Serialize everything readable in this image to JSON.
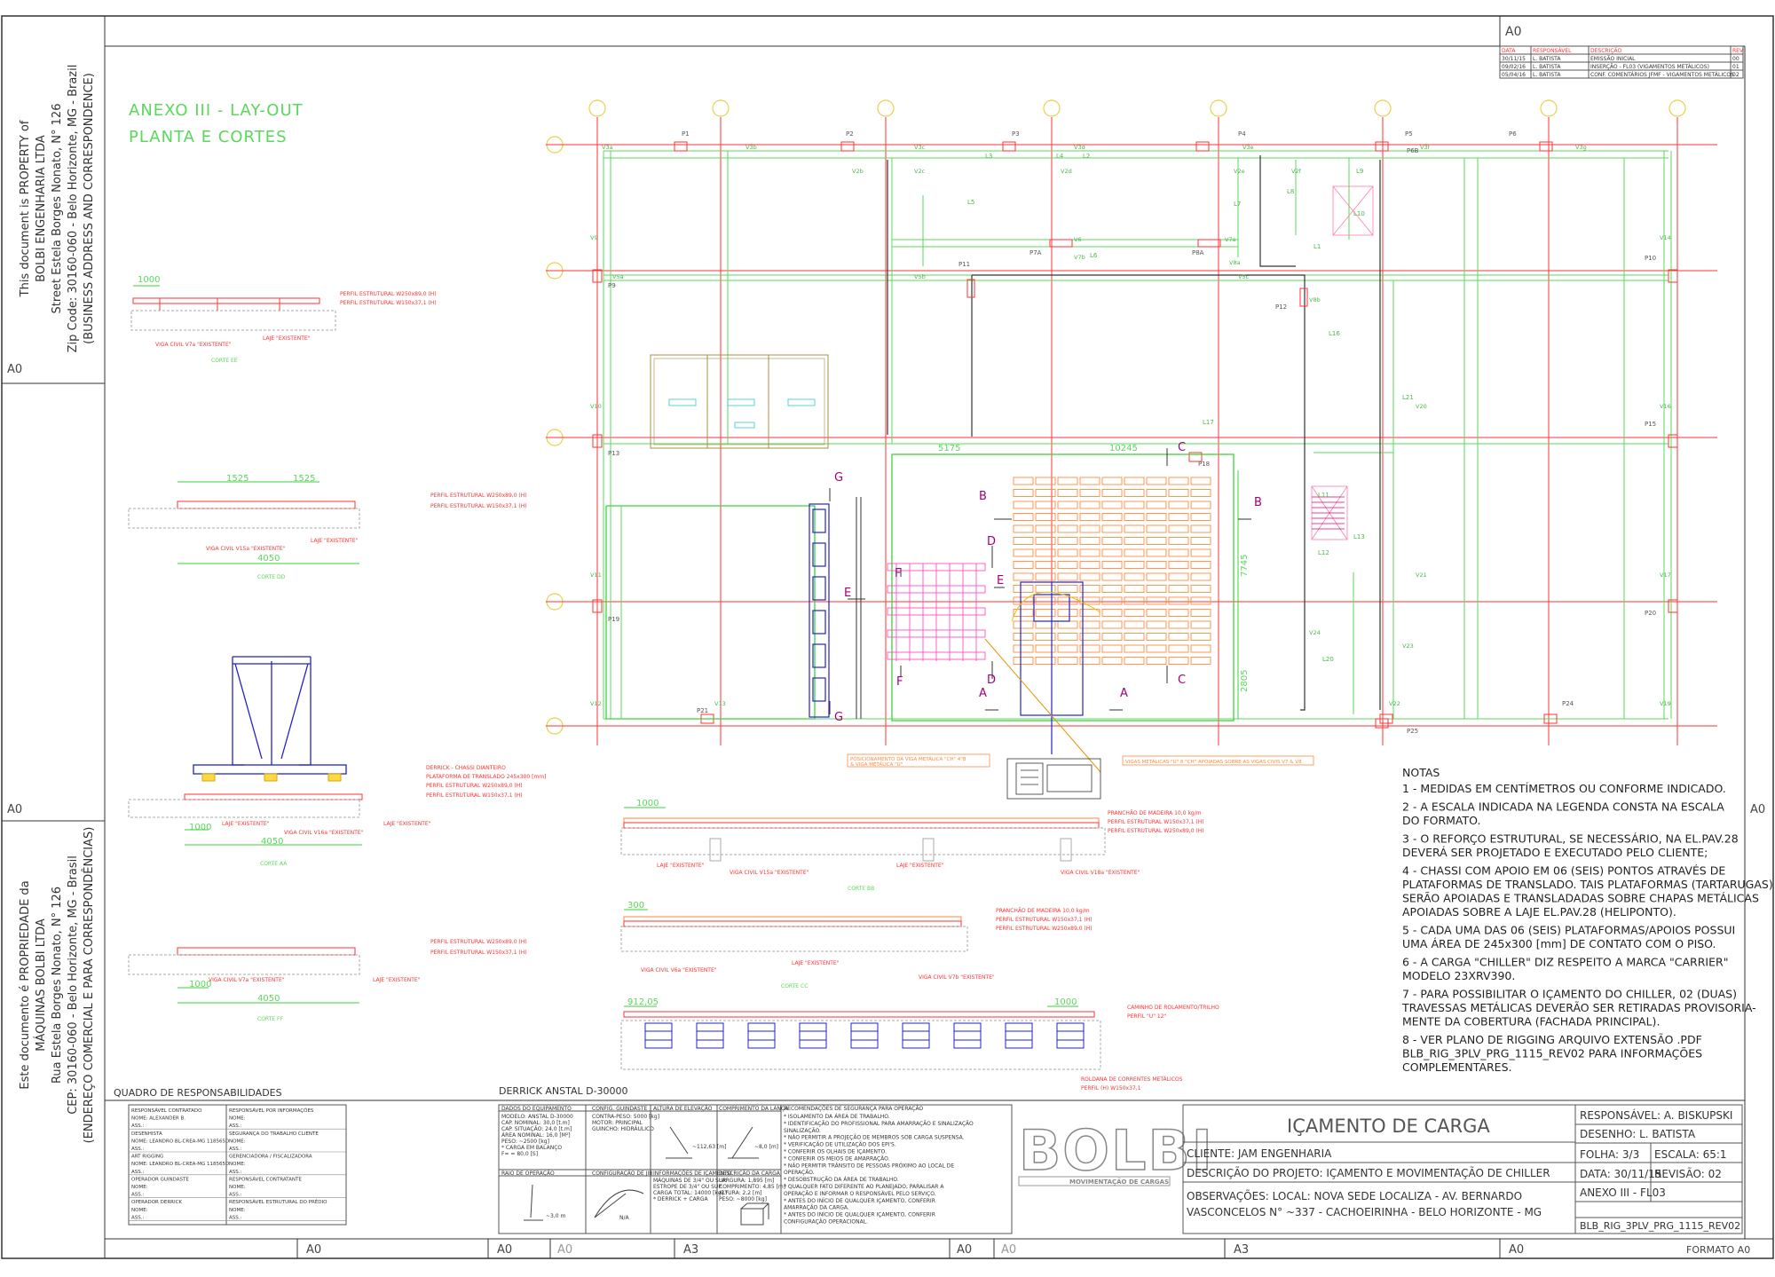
{
  "sheet": {
    "format_top": "A0",
    "format_label": "FORMATO A0",
    "zones": [
      "A0",
      "A0",
      "A0",
      "A3",
      "A0",
      "A0",
      "A3",
      "A0",
      "A0"
    ],
    "side_zones": [
      "A0",
      "A0",
      "A0"
    ]
  },
  "revision_table": {
    "headers": [
      "DATA",
      "RESPONSÁVEL",
      "DESCRIÇÃO",
      "REV."
    ],
    "rows": [
      [
        "30/11/15",
        "L. BATISTA",
        "EMISSÃO INICIAL",
        "00"
      ],
      [
        "09/02/16",
        "L. BATISTA",
        "INSERÇÃO - FL03 (VIGAMENTOS METÁLICOS)",
        "01"
      ],
      [
        "05/04/16",
        "L. BATISTA",
        "CONF. COMENTÁRIOS JFMF - VIGAMENTOS METÁLICOS",
        "02"
      ]
    ]
  },
  "property_en": [
    "This document is PROPERTY of",
    "BOLBI ENGENHARIA LTDA",
    "Street Estela Borges Nonato, N° 126",
    "Zip Code: 30160-060 - Belo Horizonte, MG - Brazil",
    "(BUSINESS ADDRESS AND CORRESPONDENCE)"
  ],
  "property_pt": [
    "Este documento é PROPRIEDADE da",
    "MÁQUINAS BOLBI LTDA",
    "Rua Estela Borges Nonato, N° 126",
    "CEP: 30160-060 - Belo Horizonte, MG - Brasil",
    "(ENDEREÇO COMERCIAL E PARA CORRESPONDÊNCIAS)"
  ],
  "title": {
    "line1": "ANEXO III - LAY-OUT",
    "line2": "PLANTA E CORTES"
  },
  "plan": {
    "pillars": [
      "P1",
      "P2",
      "P3",
      "P4",
      "P5",
      "P6",
      "P7A",
      "P8A",
      "P9",
      "P10",
      "P11",
      "P12",
      "P13",
      "P15",
      "P18",
      "P19",
      "P20",
      "P21",
      "P24",
      "P25",
      "P6B"
    ],
    "beams": [
      "V3a",
      "V3b",
      "V3c",
      "V3d",
      "V3e",
      "V3f",
      "V3g",
      "V2b",
      "V2c",
      "V2d",
      "V2e",
      "V2f",
      "V5a",
      "V5b",
      "V5c",
      "V6",
      "V7a",
      "V7b",
      "V8a",
      "V8b",
      "V9",
      "V10",
      "V11",
      "V12",
      "V13",
      "V14",
      "V16",
      "V17",
      "V19",
      "V20",
      "V21",
      "V22",
      "V23",
      "V24"
    ],
    "slabs": [
      "L1",
      "L2",
      "L3",
      "L4",
      "L5",
      "L6",
      "L7",
      "L8",
      "L9",
      "L10",
      "L11",
      "L12",
      "L13",
      "L16",
      "L17",
      "L20",
      "L21"
    ],
    "dimensions": [
      "5175",
      "10245",
      "7745",
      "2805"
    ],
    "section_marks": [
      "A",
      "A",
      "B",
      "B",
      "C",
      "C",
      "D",
      "D",
      "E",
      "E",
      "F",
      "F",
      "G",
      "G"
    ],
    "callout1": "POSICIONAMENTO DA VIGA METÁLICA \"CH\" 4\"B",
    "callout1b": "& VIGA METÁLICA \"U\"",
    "callout2": "VIGAS METÁLICAS \"U\" 8 \"CH\" APOIADAS SOBRE AS VIGAS CIVIS V7 & V8"
  },
  "sections": {
    "s1": {
      "dim": "1000",
      "label1": "PERFIL ESTRUTURAL W250x89,0 (H)",
      "label2": "PERFIL ESTRUTURAL W150x37,1 (H)",
      "label3": "VIGA CIVIL V7a \"EXISTENTE\"",
      "label4": "LAJE \"EXISTENTE\"",
      "title": "CORTE EE"
    },
    "s2": {
      "dim1": "1525",
      "dim2": "1525",
      "dim3": "4050",
      "label1": "PERFIL ESTRUTURAL W250x89,0 (H)",
      "label2": "PERFIL ESTRUTURAL W150x37,1 (H)",
      "label3": "VIGA CIVIL V15a \"EXISTENTE\"",
      "label4": "LAJE \"EXISTENTE\"",
      "title": "CORTE DD"
    },
    "s3": {
      "dim1": "1000",
      "dim2": "4050",
      "label1": "DERRICK - CHASSI DIANTEIRO",
      "label2": "PLATAFORMA DE TRANSLADO 245x300 [mm]",
      "label3": "PERFIL ESTRUTURAL W250x89,0 (H)",
      "label4": "PERFIL ESTRUTURAL W150x37,1 (H)",
      "label5": "LAJE \"EXISTENTE\"",
      "label6": "VIGA CIVIL V16a \"EXISTENTE\"",
      "label7": "LAJE \"EXISTENTE\"",
      "title": "CORTE AA"
    },
    "s4": {
      "dim1": "1000",
      "dim2": "4050",
      "label1": "PERFIL ESTRUTURAL W250x89,0 (H)",
      "label2": "PERFIL ESTRUTURAL W150x37,1 (H)",
      "label3": "VIGA CIVIL V7a \"EXISTENTE\"",
      "label4": "LAJE \"EXISTENTE\"",
      "title": "CORTE FF"
    },
    "s5": {
      "dim": "1000",
      "label1": "PRANCHÃO DE MADEIRA 10,0 kg/m",
      "label2": "PERFIL ESTRUTURAL W150x37,1 (H)",
      "label3": "PERFIL ESTRUTURAL W250x89,0 (H)",
      "label4": "LAJE \"EXISTENTE\"",
      "label5": "VIGA CIVIL V15a \"EXISTENTE\"",
      "label6": "LAJE \"EXISTENTE\"",
      "label7": "VIGA CIVIL V18a \"EXISTENTE\"",
      "title": "CORTE BB"
    },
    "s6": {
      "dim": "300",
      "label1": "PRANCHÃO DE MADEIRA 10,0 kg/m",
      "label2": "PERFIL ESTRUTURAL W150x37,1 (H)",
      "label3": "PERFIL ESTRUTURAL W250x89,0 (H)",
      "label4": "VIGA CIVIL V6a \"EXISTENTE\"",
      "label5": "LAJE \"EXISTENTE\"",
      "label6": "VIGA CIVIL V7b \"EXISTENTE\"",
      "title": "CORTE CC"
    },
    "s7": {
      "dim1": "1000",
      "dim2": "912,05",
      "label1": "CAMINHO DE ROLAMENTO/TRILHO",
      "label2": "PERFIL \"U\" 12\"",
      "label3": "ROLDANA DE CORRENTES METÁLICOS",
      "label4": "PERFIL (H) W150x37,1",
      "title": "CORTE GG"
    }
  },
  "notes": {
    "heading": "NOTAS",
    "items": [
      [
        "1 - MEDIDAS EM CENTÍMETROS OU CONFORME INDICADO."
      ],
      [
        "2 - A ESCALA INDICADA NA LEGENDA CONSTA NA ESCALA",
        "DO FORMATO."
      ],
      [
        "3 - O REFORÇO ESTRUTURAL, SE NECESSÁRIO, NA EL.PAV.28",
        "DEVERÁ SER PROJETADO E EXECUTADO PELO CLIENTE;"
      ],
      [
        "4 - CHASSI COM APOIO EM 06 (SEIS) PONTOS ATRAVÉS DE",
        "PLATAFORMAS DE TRANSLADO. TAIS PLATAFORMAS (TARTARUGAS)",
        "SERÃO APOIADAS E TRANSLADADAS SOBRE CHAPAS METÁLICAS",
        "APOIADAS SOBRE A LAJE EL.PAV.28 (HELIPONTO)."
      ],
      [
        "5 - CADA UMA DAS 06 (SEIS) PLATAFORMAS/APOIOS POSSUI",
        "UMA ÁREA DE 245x300 [mm] DE CONTATO COM O PISO."
      ],
      [
        "6 - A CARGA \"CHILLER\" DIZ RESPEITO A MARCA \"CARRIER\"",
        "MODELO 23XRV390."
      ],
      [
        "7 - PARA POSSIBILITAR O IÇAMENTO DO CHILLER, 02 (DUAS)",
        "TRAVESSAS METÁLICAS DEVERÃO SER RETIRADAS PROVISORIA-",
        "MENTE DA COBERTURA (FACHADA PRINCIPAL)."
      ],
      [
        "8 - VER PLANO DE RIGGING ARQUIVO EXTENSÃO .PDF",
        "BLB_RIG_3PLV_PRG_1115_REV02 PARA INFORMAÇÕES",
        "COMPLEMENTARES."
      ]
    ]
  },
  "responsibilities": {
    "title": "QUADRO DE RESPONSABILIDADES",
    "rows": [
      [
        "RESPONSÁVEL CONTRATADO",
        "RESPONSÁVEL POR INFORMAÇÕES"
      ],
      [
        "NOME: ALEXANDER B.",
        "NOME:"
      ],
      [
        "ASS.:",
        "ASS.:"
      ],
      [
        "DESENHISTA",
        "SEGURANÇA DO TRABALHO CLIENTE"
      ],
      [
        "NOME: LEANDRO BL-CREA-MG 118565D",
        "NOME:"
      ],
      [
        "ASS.:",
        "ASS.:"
      ],
      [
        "ART RIGGING",
        "GERENCIADORA / FISCALIZADORA"
      ],
      [
        "NOME: LEANDRO BL-CREA-MG 118565D",
        "NOME:"
      ],
      [
        "ASS.:",
        "ASS.:"
      ],
      [
        "OPERADOR GUINDASTE",
        "RESPONSÁVEL CONTRATANTE"
      ],
      [
        "NOME:",
        "NOME:"
      ],
      [
        "ASS.:",
        "ASS.:"
      ],
      [
        "OPERADOR DERRICK",
        "RESPONSÁVEL ESTRUTURAL DO PRÉDIO"
      ],
      [
        "NOME:",
        "NOME:"
      ],
      [
        "ASS.:",
        "ASS.:"
      ]
    ]
  },
  "derrick": {
    "title": "DERRICK ANSTAL D-30000",
    "col1_head": "DADOS DO EQUIPAMENTO",
    "col1_lines": [
      "MODELO: ANSTAL D-30000",
      "CAP. NOMINAL: 30,0 [t.m]",
      "CAP. SITUAÇÃO: 24,0 [t.m]",
      "ÁREA NOMINAL: 16,0 [M²]",
      "PESO: ~2500 [kg]",
      "* CARGA EM BALANÇO",
      "F= = 80,0 [S]"
    ],
    "col2_head": "CONFIG. GUINDASTE",
    "col2_lines": [
      "CONTRA-PESO: 5000 [kg]",
      "MOTOR: PRINCIPAL",
      "GUINCHO: HIDRÁULICO"
    ],
    "col3_head": "ALTURA DE ELEVAÇÃO",
    "col3_val": "~112,63 [m]",
    "col4_head": "COMPRIMENTO DA LANÇA",
    "col4_val": "~8,0 [m]",
    "raio_head": "RAIO DE OPERAÇÃO",
    "raio_val": "~3,0 m",
    "jib_head": "CONFIGURAÇÃO DE JIB",
    "jib_val": "N/A",
    "info_head": "INFORMAÇÕES DE IÇAMENTO",
    "info_lines": [
      "MÁQUINAS DE 3/4\" OU SUP.",
      "ESTROPE DE 3/4\" OU SUP.",
      "CARGA TOTAL: 14000 [kg] *",
      "* DERRICK + CARGA"
    ],
    "carga_head": "DESCRIÇÃO DA CARGA",
    "carga_lines": [
      "LARGURA: 1,895 [m]",
      "COMPRIMENTO: 4,85 [m]",
      "ALTURA: 2,2 [m]",
      "PESO: ~8000 [kg]"
    ],
    "rec_head": "RECOMENDAÇÕES DE SEGURANÇA PARA OPERAÇÃO",
    "rec_lines": [
      "* ISOLAMENTO DA ÁREA DE TRABALHO.",
      "* IDENTIFICAÇÃO DO PROFISSIONAL PARA AMARRAÇÃO E SINALIZAÇÃO",
      "SINALIZAÇÃO.",
      "* NÃO PERMITIR A PROJEÇÃO DE MEMBROS SOB CARGA SUSPENSA.",
      "* VERIFICAÇÃO DE UTILIZAÇÃO DOS EPI'S.",
      "* CONFERIR OS OLHAIS DE IÇAMENTO.",
      "* CONFERIR OS MEIOS DE AMARRAÇÃO.",
      "* NÃO PERMITIR TRÂNSITO DE PESSOAS PRÓXIMO AO LOCAL DE",
      "OPERAÇÃO.",
      "* DESOBSTRUÇÃO DA ÁREA DE TRABALHO.",
      "* QUALQUER FATO DIFERENTE AO PLANEJADO, PARALISAR A",
      "OPERAÇÃO E INFORMAR O RESPONSÁVEL PELO SERVIÇO.",
      "* ANTES DO INÍCIO DE QUALQUER IÇAMENTO, CONFERIR",
      "AMARRAÇÃO DA CARGA.",
      "* ANTES DO INÍCIO DE QUALQUER IÇAMENTO, CONFERIR",
      "CONFIGURAÇÃO OPERACIONAL."
    ]
  },
  "logo": {
    "brand": "BOLBI",
    "tagline": "MOVIMENTAÇÃO DE CARGAS"
  },
  "title_block": {
    "project_title": "IÇAMENTO DE CARGA",
    "client": "CLIENTE: JAM ENGENHARIA",
    "description": "DESCRIÇÃO DO PROJETO: IÇAMENTO E MOVIMENTAÇÃO DE CHILLER",
    "obs1": "OBSERVAÇÕES: LOCAL: NOVA SEDE LOCALIZA - AV. BERNARDO",
    "obs2": "VASCONCELOS N° ~337 - CACHOEIRINHA - BELO HORIZONTE - MG",
    "responsavel": "RESPONSÁVEL: A. BISKUPSKI",
    "desenho": "DESENHO: L. BATISTA",
    "folha": "FOLHA: 3/3",
    "escala": "ESCALA: 65:1",
    "data": "DATA: 30/11/15",
    "revisao": "REVISÃO: 02",
    "anexo": "ANEXO III - FL03",
    "file": "BLB_RIG_3PLV_PRG_1115_REV02"
  },
  "colors": {
    "grid_red": "#ff3333",
    "structure_green": "#59d859",
    "mark_magenta": "#a0007a",
    "load_orange": "#ff8a3d",
    "derrick_blue": "#2222cc"
  }
}
